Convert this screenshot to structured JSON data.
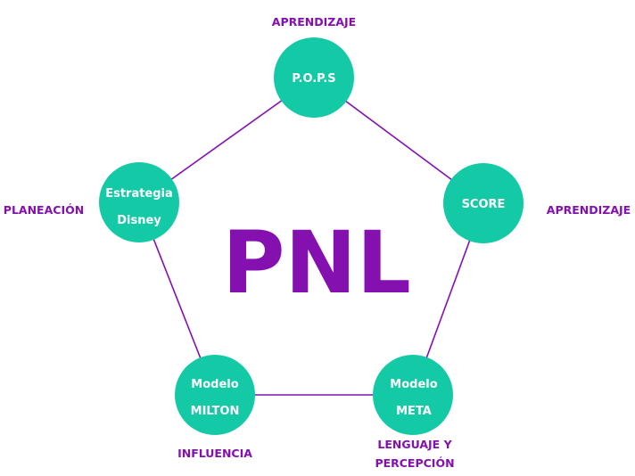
{
  "colors": {
    "node_fill": "#14C9A6",
    "edge": "#8410B0",
    "text_purple": "#8410B0",
    "node_text": "#FFFFFF",
    "background": "#FFFFFF"
  },
  "center": {
    "title": "PNL"
  },
  "nodes": {
    "pops": {
      "lines": [
        "P.O.P.S"
      ],
      "caption": [
        "APRENDIZAJE"
      ]
    },
    "score": {
      "lines": [
        "SCORE"
      ],
      "caption": [
        "APRENDIZAJE"
      ]
    },
    "meta": {
      "lines": [
        "Modelo",
        "META"
      ],
      "caption": [
        "LENGUAJE Y",
        "PERCEPCIÓN"
      ]
    },
    "milton": {
      "lines": [
        "Modelo",
        "MILTON"
      ],
      "caption": [
        "INFLUENCIA"
      ]
    },
    "disney": {
      "lines": [
        "Estrategia",
        "Disney"
      ],
      "caption": [
        "PLANEACIÓN"
      ]
    }
  },
  "edges": [
    [
      "pops",
      "score"
    ],
    [
      "score",
      "meta"
    ],
    [
      "meta",
      "milton"
    ],
    [
      "milton",
      "disney"
    ],
    [
      "disney",
      "pops"
    ]
  ]
}
